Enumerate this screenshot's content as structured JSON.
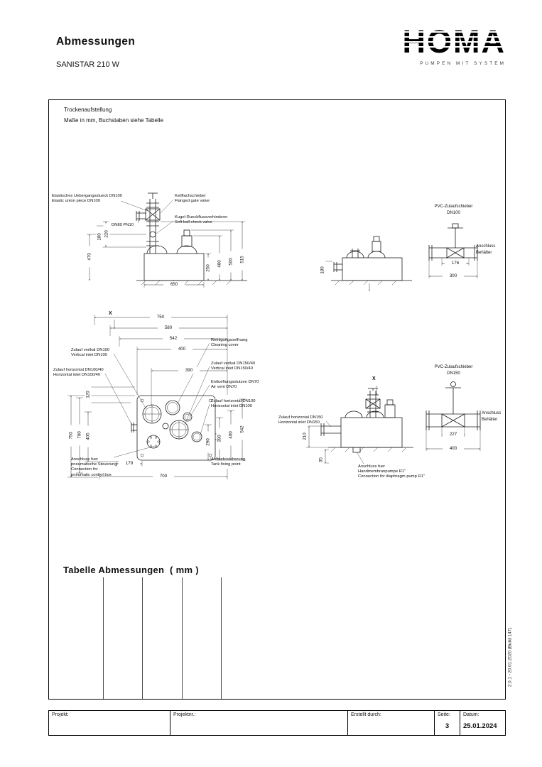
{
  "page": {
    "title": "Abmessungen",
    "subtitle": "SANISTAR 210 W"
  },
  "logo": {
    "word": "HOMA",
    "tagline": "PUMPEN MIT SYSTEM"
  },
  "notes": {
    "line1": "Trockenaufstellung",
    "line2": "Maße in mm, Buchstaben siehe Tabelle"
  },
  "front_view": {
    "callout_union_de": "Elastisches Uebergangsstueck DN100",
    "callout_union_en": "Elastic union piece DN100",
    "callout_gate_de": "Keilflachschieber",
    "callout_gate_en": "Flanged gate valve",
    "callout_check_de": "Kugel-Rueckflussverhinderer",
    "callout_check_en": "Soft ball check valve",
    "flange_label": "DN80 PN10",
    "dim_220": "220",
    "dim_180": "180",
    "dim_470": "470",
    "dim_650": "650",
    "dim_250": "250",
    "dim_480": "480",
    "dim_500": "500",
    "dim_515": "515"
  },
  "side_view_top": {
    "dim_180": "180"
  },
  "valve_dn100": {
    "title": "PVC-Zulaufschieber",
    "size": "DN100",
    "conn_line1": "Anschluss",
    "conn_line2": "Behälter",
    "dim_176": "176",
    "dim_300": "300"
  },
  "top_view": {
    "marker": "X",
    "callout_vert100_de": "Zulauf verikal DN100",
    "callout_vert100_en": "Vertical inlet DN100",
    "callout_horiz10040_de": "Zulauf horizontal DN100/40",
    "callout_horiz10040_en": "Horizontal inlet DN100/40",
    "callout_clean_de": "Reinigungsoeffnung",
    "callout_clean_en": "Cleaning cover",
    "callout_vert15040_de": "Zulauf verikal DN150/40",
    "callout_vert15040_en": "Vertical inlet DN150/40",
    "callout_vent_de": "Entlueftungsstutzen DN70",
    "callout_vent_en": "Air vent DN70",
    "callout_horiz100_de": "Zulauf horizontal DN100",
    "callout_horiz100_en": "Horizontal inlet DN100",
    "callout_pneum_de1": "Anschluss fuer",
    "callout_pneum_de2": "pneumatische Steuerung",
    "callout_pneum_en1": "Connection for",
    "callout_pneum_en2": "pneumatic control box",
    "callout_fix_de": "Auftriebssicherung",
    "callout_fix_en": "Tank fixing point",
    "dim_750_top": "750",
    "dim_580": "580",
    "dim_542_top": "542",
    "dim_400_top": "400",
    "dim_390_top": "390",
    "dim_120": "120",
    "dim_750_left": "750",
    "dim_700_left": "700",
    "dim_405": "405",
    "dim_290": "290",
    "dim_390_right": "390",
    "dim_400_right": "400",
    "dim_542_right": "542",
    "dim_179": "179",
    "dim_700_bottom": "700"
  },
  "side_view_mid": {
    "marker": "X",
    "callout_inlet_de": "Zulauf horizontal DN150",
    "callout_inlet_en": "Horizontal inlet DN150",
    "callout_pump_de1": "Anschluss fuer",
    "callout_pump_de2": "Handmembranpumpe R1\"",
    "callout_pump_en": "Connection for diaphragm pump R1\"",
    "dim_210": "210",
    "dim_35": "35"
  },
  "valve_dn150": {
    "title": "PVC-Zulaufschieber",
    "size": "DN150",
    "conn_line1": "Anschluss",
    "conn_line2": "Behälter",
    "dim_227": "227",
    "dim_400": "400"
  },
  "table_section": {
    "heading": "Tabelle Abmessungen  ( mm )"
  },
  "version_note": "2.0.1 - 20.01.2020 (Build 147)",
  "footer": {
    "projekt_label": "Projekt:",
    "projektnr_label": "Projektnr.:",
    "erstellt_label": "Erstellt durch:",
    "seite_label": "Seite:",
    "seite_value": "3",
    "datum_label": "Datum:",
    "datum_value": "25.01.2024"
  }
}
